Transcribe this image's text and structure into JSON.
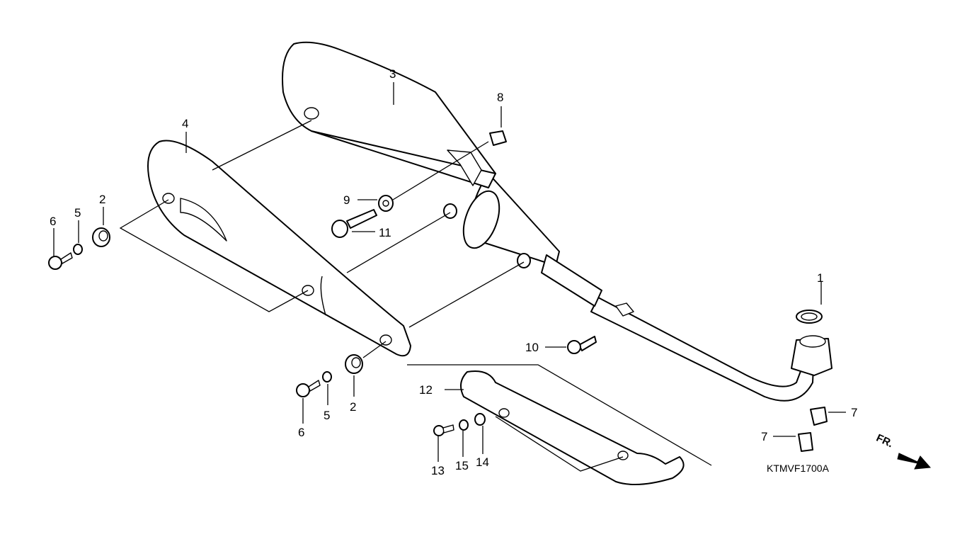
{
  "diagram": {
    "code": "KTMVF1700A",
    "direction_label": "FR.",
    "callouts": {
      "p1": "1",
      "p2a": "2",
      "p2b": "2",
      "p3": "3",
      "p4": "4",
      "p5a": "5",
      "p5b": "5",
      "p6a": "6",
      "p6b": "6",
      "p7a": "7",
      "p7b": "7",
      "p8": "8",
      "p9": "9",
      "p10": "10",
      "p11": "11",
      "p12": "12",
      "p13": "13",
      "p14": "14",
      "p15": "15"
    }
  }
}
